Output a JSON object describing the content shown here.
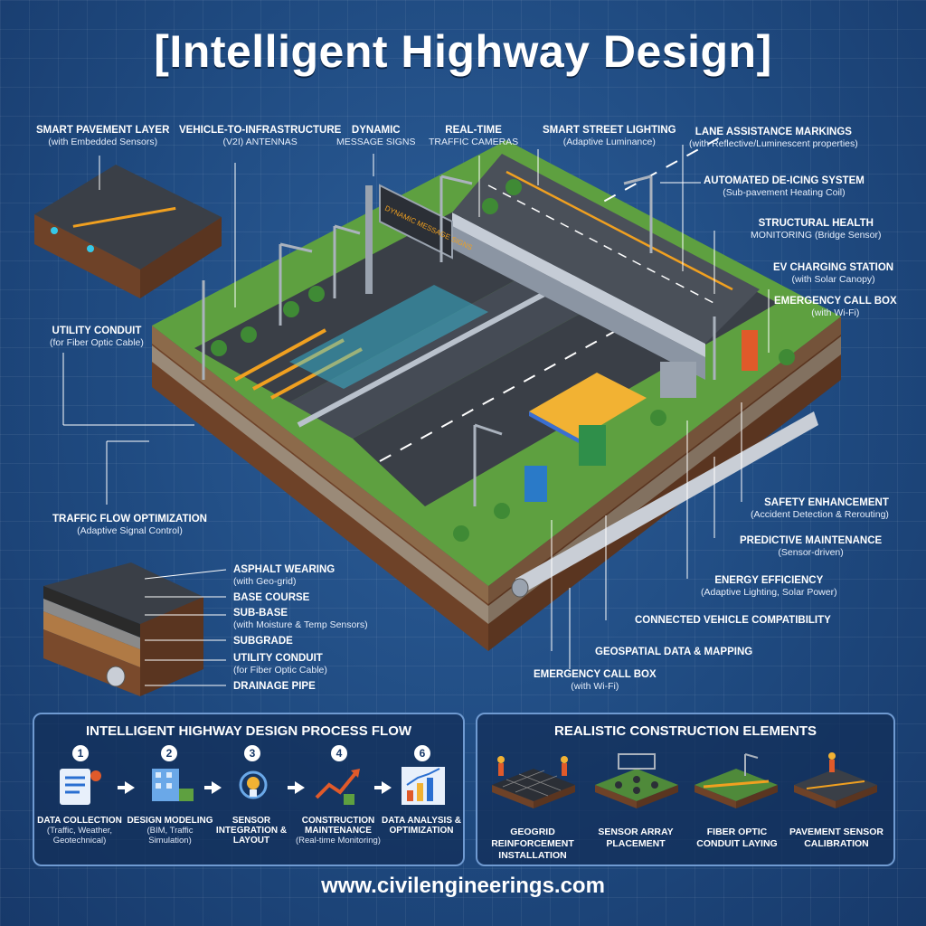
{
  "title": "[Intelligent Highway Design]",
  "callouts": {
    "smart_pavement": {
      "main": "SMART PAVEMENT LAYER",
      "sub": "(with Embedded Sensors)"
    },
    "v2i": {
      "main": "VEHICLE-TO-INFRASTRUCTURE",
      "sub": "(V2I) ANTENNAS"
    },
    "dms": {
      "main": "DYNAMIC",
      "sub": "MESSAGE SIGNS"
    },
    "cameras": {
      "main": "REAL-TIME",
      "sub": "TRAFFIC CAMERAS"
    },
    "lighting": {
      "main": "SMART STREET LIGHTING",
      "sub": "(Adaptive Luminance)"
    },
    "lane_markings": {
      "main": "LANE ASSISTANCE MARKINGS",
      "sub": "(with Reflective/Luminescent properties)"
    },
    "deicing": {
      "main": "AUTOMATED DE-ICING SYSTEM",
      "sub": "(Sub-pavement Heating Coil)"
    },
    "structural": {
      "main": "STRUCTURAL HEALTH",
      "sub": "MONITORING (Bridge Sensor)"
    },
    "ev": {
      "main": "EV CHARGING STATION",
      "sub": "(with Solar Canopy)"
    },
    "callbox_top": {
      "main": "EMERGENCY CALL BOX",
      "sub": "(with Wi-Fi)"
    },
    "utility_top": {
      "main": "UTILITY CONDUIT",
      "sub": "(for Fiber Optic Cable)"
    },
    "traffic_flow": {
      "main": "TRAFFIC FLOW OPTIMIZATION",
      "sub": "(Adaptive Signal Control)"
    },
    "safety": {
      "main": "SAFETY ENHANCEMENT",
      "sub": "(Accident Detection & Rerouting)"
    },
    "predictive": {
      "main": "PREDICTIVE MAINTENANCE",
      "sub": "(Sensor-driven)"
    },
    "energy": {
      "main": "ENERGY EFFICIENCY",
      "sub": "(Adaptive Lighting, Solar Power)"
    },
    "connected": {
      "main": "CONNECTED VEHICLE COMPATIBILITY",
      "sub": ""
    },
    "geospatial": {
      "main": "GEOSPATIAL DATA & MAPPING",
      "sub": ""
    },
    "callbox_bottom": {
      "main": "EMERGENCY CALL BOX",
      "sub": "(with Wi-Fi)"
    }
  },
  "layers": [
    {
      "main": "ASPHALT WEARING",
      "sub": "(with Geo-grid)"
    },
    {
      "main": "BASE COURSE",
      "sub": ""
    },
    {
      "main": "SUB-BASE",
      "sub": "(with Moisture & Temp Sensors)"
    },
    {
      "main": "SUBGRADE",
      "sub": ""
    },
    {
      "main": "UTILITY CONDUIT",
      "sub": "(for Fiber Optic Cable)"
    },
    {
      "main": "DRAINAGE PIPE",
      "sub": ""
    }
  ],
  "sign_text": "DYNAMIC MESSAGE SIGNS",
  "process": {
    "title": "INTELLIGENT HIGHWAY DESIGN PROCESS FLOW",
    "steps": [
      {
        "num": "1",
        "main": "DATA COLLECTION",
        "sub": "(Traffic, Weather, Geotechnical)",
        "icon": "clipboard-icon"
      },
      {
        "num": "2",
        "main": "DESIGN MODELING",
        "sub": "(BIM, Traffic Simulation)",
        "icon": "building-model-icon"
      },
      {
        "num": "3",
        "main": "SENSOR INTEGRATION & LAYOUT",
        "sub": "",
        "icon": "sensor-bulb-icon"
      },
      {
        "num": "4",
        "main": "CONSTRUCTION MAINTENANCE",
        "sub": "(Real-time Monitoring)",
        "icon": "trend-arrow-icon"
      },
      {
        "num": "6",
        "main": "DATA ANALYSIS & OPTIMIZATION",
        "sub": "",
        "icon": "bar-chart-icon"
      }
    ]
  },
  "construction": {
    "title": "REALISTIC CONSTRUCTION ELEMENTS",
    "items": [
      {
        "label": "GEOGRID REINFORCEMENT INSTALLATION",
        "icon": "geogrid-icon"
      },
      {
        "label": "SENSOR ARRAY PLACEMENT",
        "icon": "sensor-array-icon"
      },
      {
        "label": "FIBER OPTIC CONDUIT LAYING",
        "icon": "fiber-conduit-icon"
      },
      {
        "label": "PAVEMENT SENSOR CALIBRATION",
        "icon": "pavement-sensor-icon"
      }
    ]
  },
  "footer": "www.civilengineerings.com",
  "colors": {
    "background": "#1f4a80",
    "panel_border": "#6f9ad1",
    "road": "#3a3f47",
    "marking": "#f0a020",
    "grass": "#5ea040",
    "soil": "#7a4a2c"
  }
}
